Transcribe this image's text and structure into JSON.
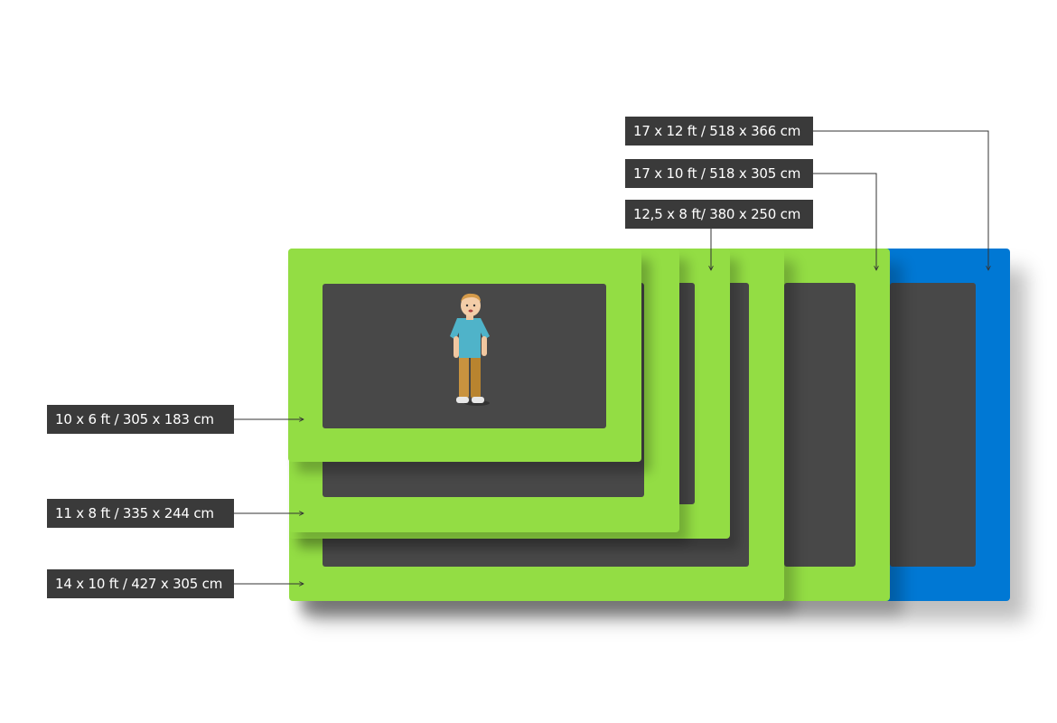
{
  "colors": {
    "green_frame": "#93dd44",
    "blue_frame": "#0078d4",
    "mat": "#484848",
    "label_bg": "#3a3a3a",
    "label_text": "#ffffff",
    "leader_line": "#333333"
  },
  "sizes": [
    {
      "id": "10x6",
      "label": "10 x 6 ft / 305 x 183 cm"
    },
    {
      "id": "11x8",
      "label": "11 x 8 ft / 335 x 244 cm"
    },
    {
      "id": "14x10",
      "label": "14 x 10 ft / 427 x 305 cm"
    },
    {
      "id": "12x8",
      "label": "12,5 x 8 ft/ 380 x 250 cm"
    },
    {
      "id": "17x10",
      "label": "17 x 10 ft / 518 x 305 cm"
    },
    {
      "id": "17x12",
      "label": "17 x 12 ft / 518 x 366 cm"
    }
  ],
  "figure": {
    "icon": "child-figure-icon"
  }
}
